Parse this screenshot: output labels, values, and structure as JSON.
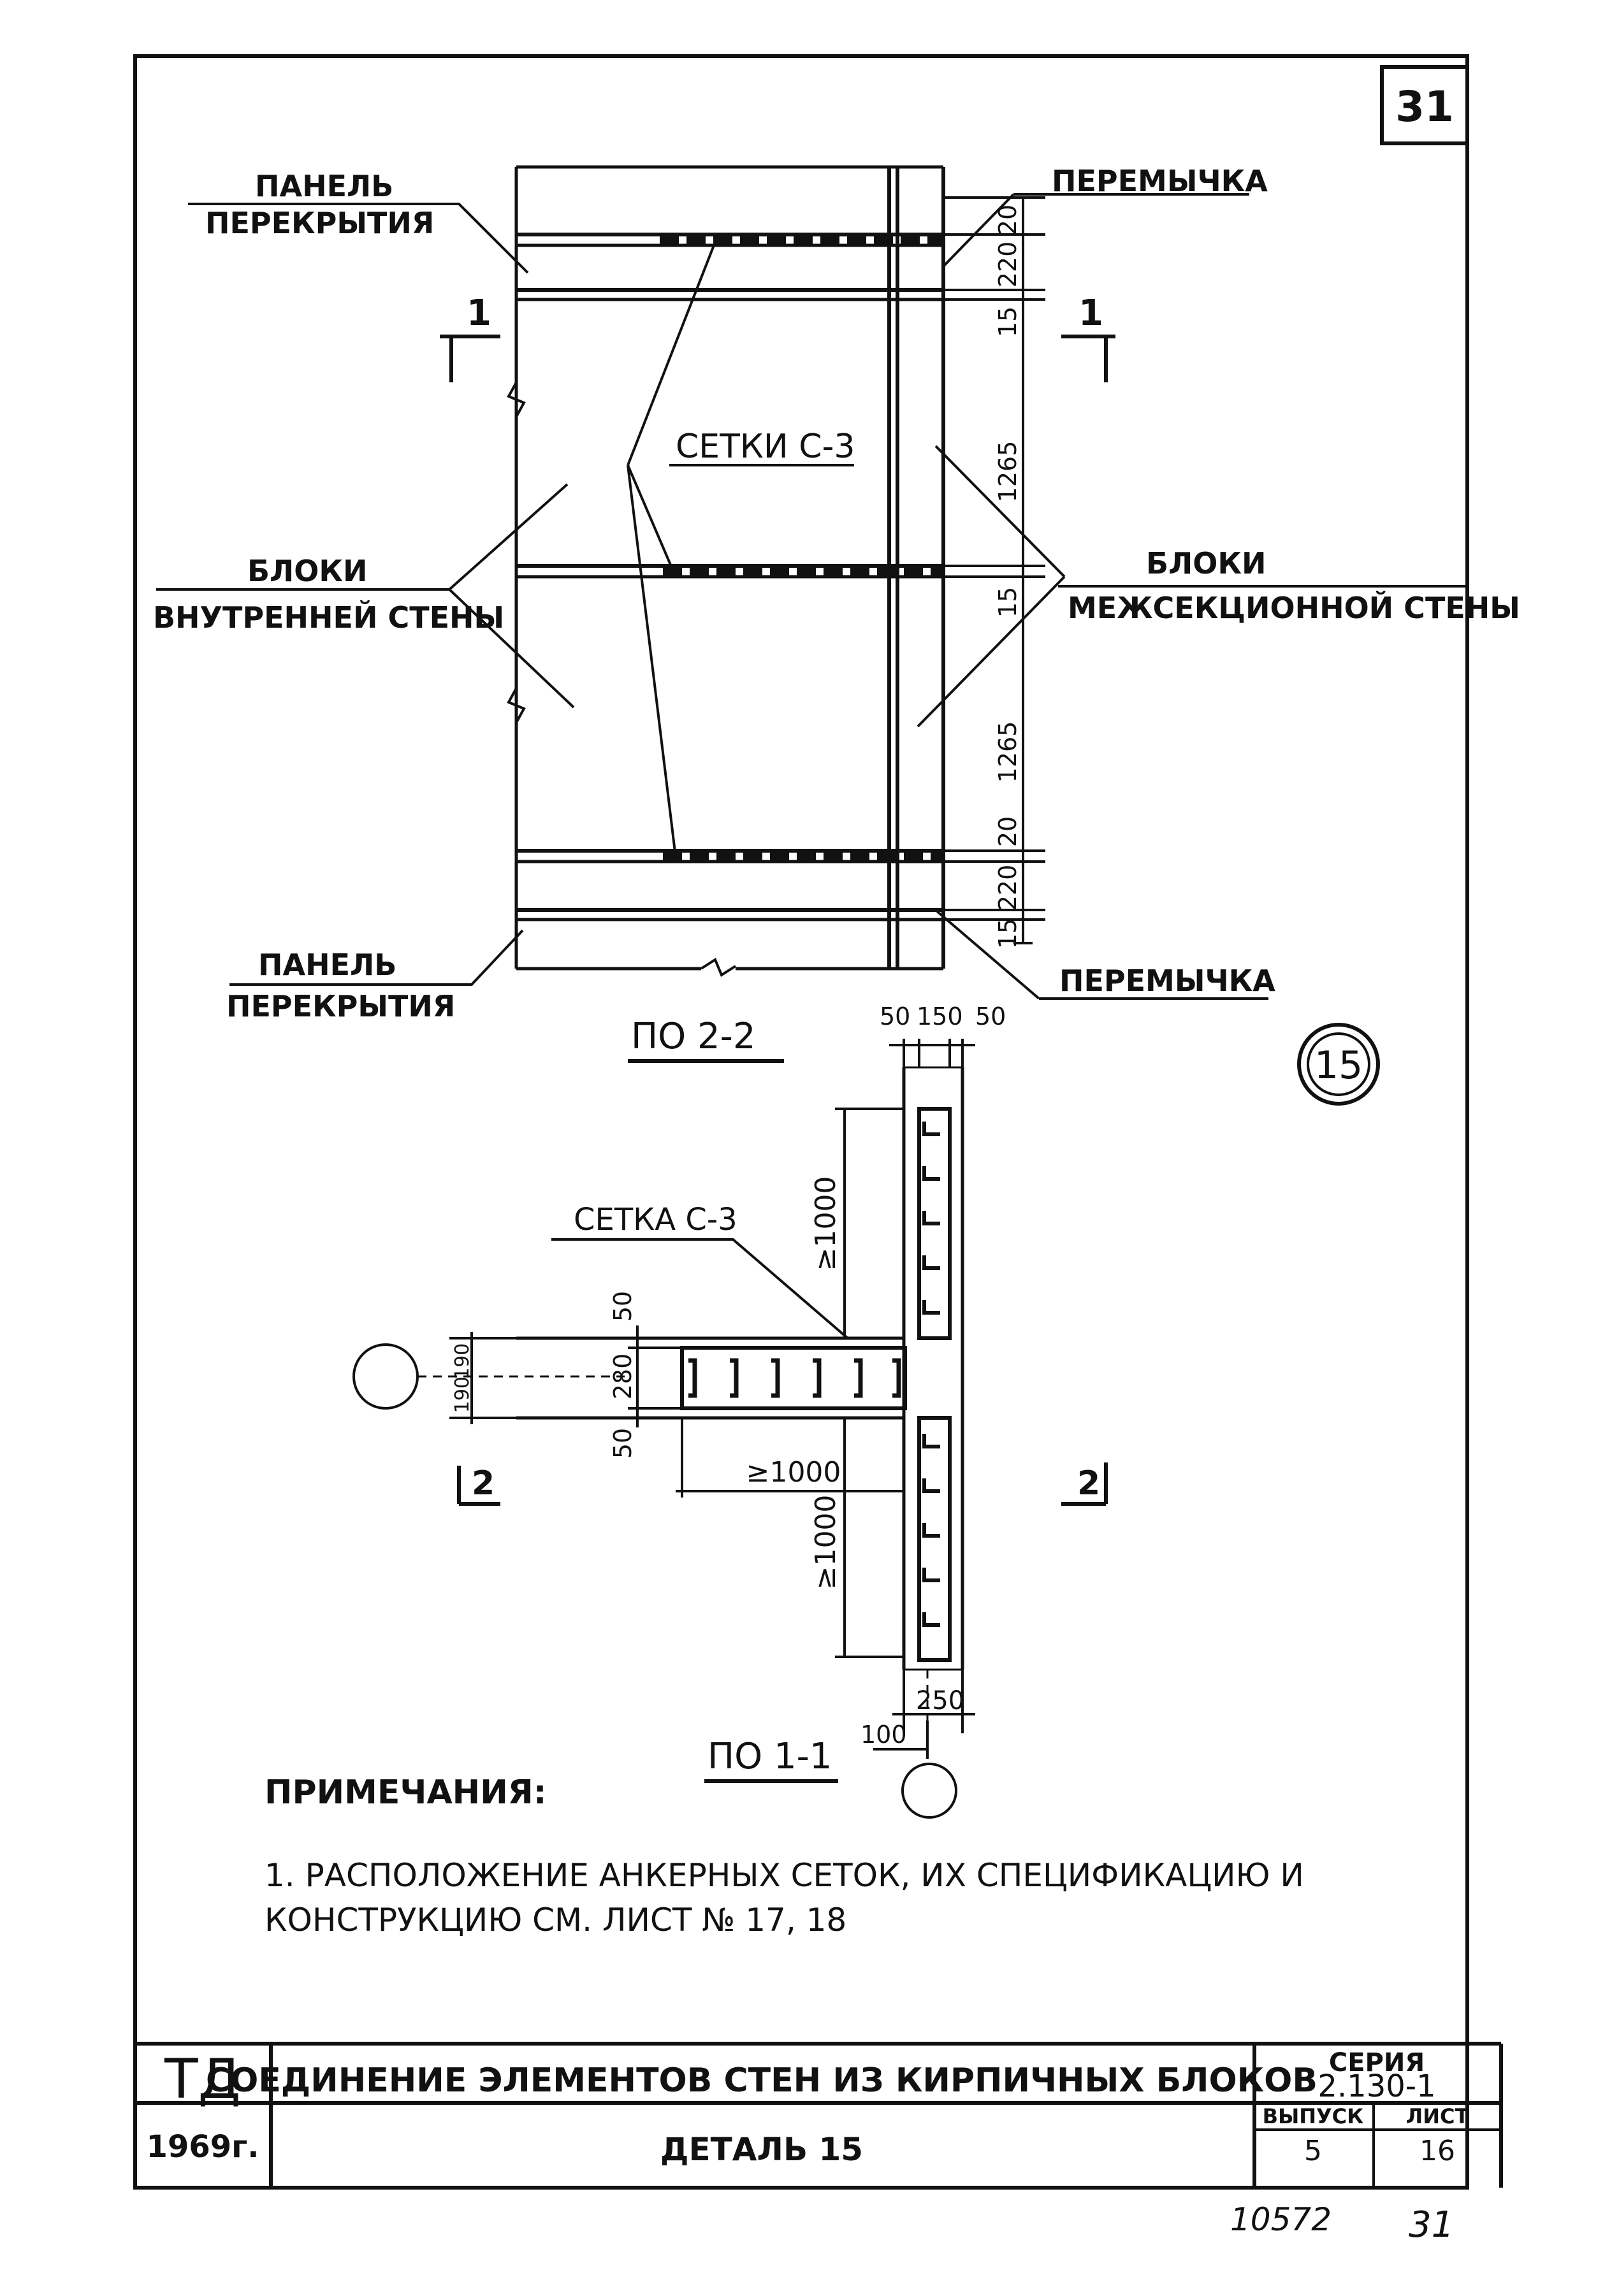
{
  "sheet": {
    "page_number": "31",
    "bottom_number": "31",
    "archive_number": "10572",
    "detail_marker": "15"
  },
  "elevation": {
    "label_panel_top": [
      "ПАНЕЛЬ",
      "ПЕРЕКРЫТИЯ"
    ],
    "label_panel_bottom": [
      "ПАНЕЛЬ",
      "ПЕРЕКРЫТИЯ"
    ],
    "label_lintel_top": "ПЕРЕМЫЧКА",
    "label_lintel_bottom": "ПЕРЕМЫЧКА",
    "label_meshes": "СЕТКИ С-3",
    "label_inner_wall": [
      "БЛОКИ",
      "ВНУТРЕННЕЙ СТЕНЫ"
    ],
    "label_section_wall": [
      "БЛОКИ",
      "МЕЖСЕКЦИОННОЙ СТЕНЫ"
    ],
    "section_mark_left": "1",
    "section_mark_right": "1",
    "view_title": "ПО 2-2",
    "dims": [
      "20",
      "220",
      "15",
      "1265",
      "15",
      "1265",
      "20",
      "220",
      "15"
    ]
  },
  "plan": {
    "label_mesh": "СЕТКА С-3",
    "dims_top": [
      "50",
      "150",
      "50"
    ],
    "dim_upper_wall": "≥1000",
    "dim_lower_wall": "≥1000",
    "dim_branch": "≥1000",
    "dims_branch_vertical": [
      "50",
      "280",
      "50"
    ],
    "dims_axis": [
      "190",
      "190"
    ],
    "dim_bottom": "250",
    "dim_axis_offset": "100",
    "section_mark_left": "2",
    "section_mark_right": "2",
    "view_title": "ПО 1-1"
  },
  "notes": {
    "heading": "ПРИМЕЧАНИЯ:",
    "line1": "1. РАСПОЛОЖЕНИЕ АНКЕРНЫХ СЕТОК, ИХ СПЕЦИФИКАЦИЮ И",
    "line2": "КОНСТРУКЦИЮ СМ. ЛИСТ № 17, 18"
  },
  "title_block": {
    "logo": "ТД",
    "title": "СОЕДИНЕНИЕ ЭЛЕМЕНТОВ СТЕН ИЗ КИРПИЧНЫХ БЛОКОВ",
    "series_label": "СЕРИЯ",
    "series_value": "2.130-1",
    "year": "1969г.",
    "detail": "ДЕТАЛЬ 15",
    "issue_label": "ВЫПУСК",
    "issue_value": "5",
    "sheet_label": "ЛИСТ",
    "sheet_value": "16"
  }
}
